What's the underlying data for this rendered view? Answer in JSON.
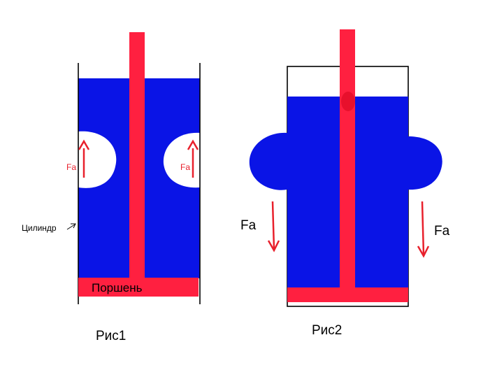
{
  "figure1": {
    "caption": "Рис1",
    "cylinder_label": "Цилиндр",
    "piston_label": "Поршень",
    "force_left": "Fa",
    "force_right": "Fa"
  },
  "figure2": {
    "caption": "Рис2",
    "force_left": "Fa",
    "force_right": "Fa"
  },
  "colors": {
    "liquid": "#0a14e6",
    "piston": "#ff2040",
    "force_arrow": "#e8202c",
    "outline": "#000000",
    "background": "#ffffff"
  }
}
